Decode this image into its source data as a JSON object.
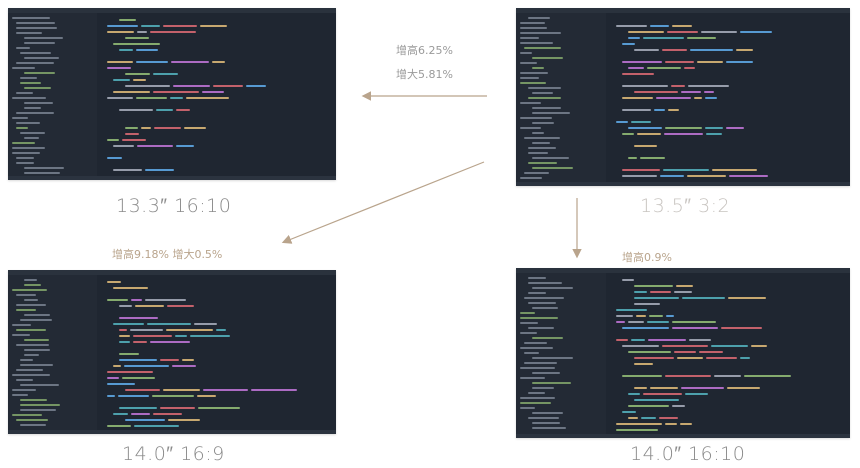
{
  "screens": [
    {
      "id": "tl",
      "caption": "13.3″ 16:10",
      "caption_style": "dark"
    },
    {
      "id": "tr",
      "caption": "13.5″ 3:2",
      "caption_style": "light"
    },
    {
      "id": "bl",
      "caption": "14.0″ 16:9",
      "caption_style": "dark"
    },
    {
      "id": "br",
      "caption": "14.0″ 16:10",
      "caption_style": "dark"
    }
  ],
  "notes": {
    "tl_height": "增高6.25%",
    "tl_width": "增大5.81%",
    "bl_combined": "增高9.18%  增大0.5%",
    "br_height": "增高0.9%"
  },
  "colors": {
    "arrow": "#b9a48c",
    "editor_bg": "#1f2631",
    "sidebar_bg": "#232a35",
    "code_palette": [
      "#e06c75",
      "#e5c07b",
      "#61afef",
      "#98c379",
      "#c678dd",
      "#56b6c2",
      "#abb2bf"
    ]
  }
}
